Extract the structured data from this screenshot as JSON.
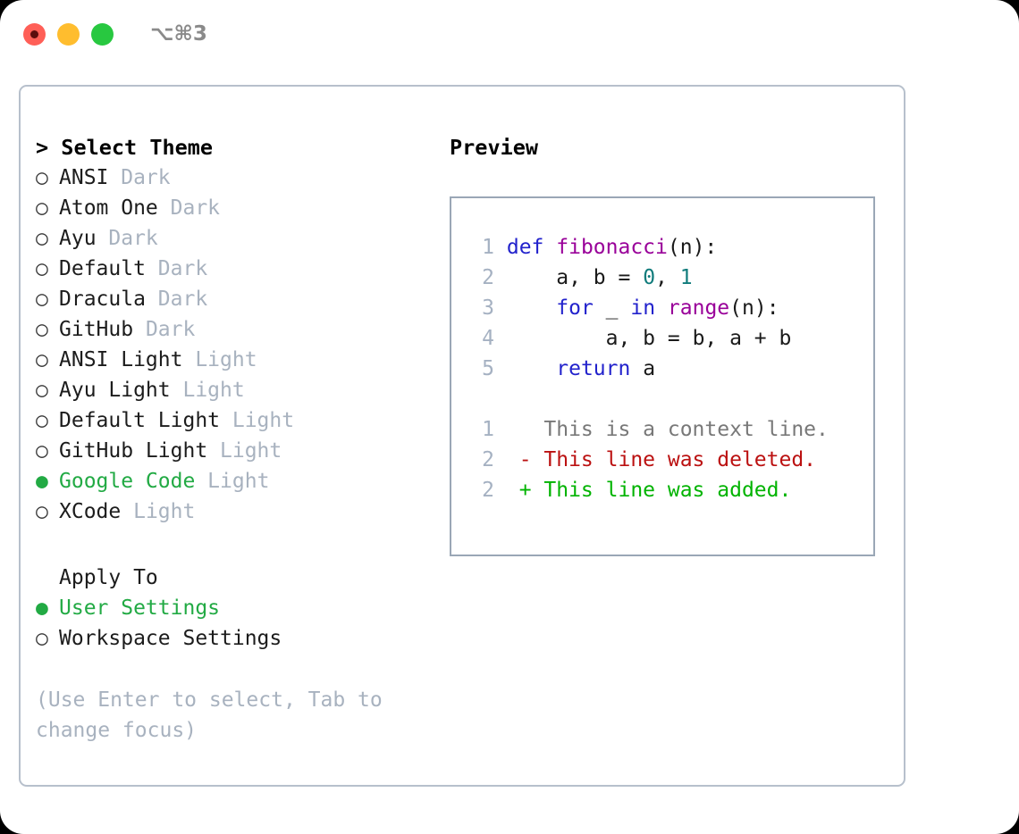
{
  "window": {
    "shortcut": "⌥⌘3",
    "traffic_lights": [
      {
        "name": "close",
        "color": "#ff5f57"
      },
      {
        "name": "minimize",
        "color": "#ffbd2e"
      },
      {
        "name": "maximize",
        "color": "#28c840"
      }
    ]
  },
  "theme_picker": {
    "header": "> Select Theme",
    "selected_bullet": "●",
    "unselected_bullet": "○",
    "items": [
      {
        "name": "ANSI",
        "kind": "Dark",
        "selected": false
      },
      {
        "name": "Atom One",
        "kind": "Dark",
        "selected": false
      },
      {
        "name": "Ayu",
        "kind": "Dark",
        "selected": false
      },
      {
        "name": "Default",
        "kind": "Dark",
        "selected": false
      },
      {
        "name": "Dracula",
        "kind": "Dark",
        "selected": false
      },
      {
        "name": "GitHub",
        "kind": "Dark",
        "selected": false
      },
      {
        "name": "ANSI Light",
        "kind": "Light",
        "selected": false
      },
      {
        "name": "Ayu Light",
        "kind": "Light",
        "selected": false
      },
      {
        "name": "Default Light",
        "kind": "Light",
        "selected": false
      },
      {
        "name": "GitHub Light",
        "kind": "Light",
        "selected": false
      },
      {
        "name": "Google Code",
        "kind": "Light",
        "selected": true
      },
      {
        "name": "XCode",
        "kind": "Light",
        "selected": false
      }
    ]
  },
  "apply_to": {
    "header": "Apply To",
    "items": [
      {
        "name": "User Settings",
        "selected": true
      },
      {
        "name": "Workspace Settings",
        "selected": false
      }
    ]
  },
  "hint": "(Use Enter to select, Tab to change focus)",
  "preview": {
    "header": "Preview",
    "code_lines": [
      {
        "number": "1",
        "tokens": [
          {
            "text": "def ",
            "type": "kw"
          },
          {
            "text": "fibonacci",
            "type": "fn"
          },
          {
            "text": "(n):",
            "type": "pln"
          }
        ]
      },
      {
        "number": "2",
        "tokens": [
          {
            "text": "    a, b = ",
            "type": "pln"
          },
          {
            "text": "0",
            "type": "num"
          },
          {
            "text": ", ",
            "type": "pln"
          },
          {
            "text": "1",
            "type": "num"
          }
        ]
      },
      {
        "number": "3",
        "tokens": [
          {
            "text": "    ",
            "type": "pln"
          },
          {
            "text": "for",
            "type": "kw"
          },
          {
            "text": " _ ",
            "type": "pln"
          },
          {
            "text": "in",
            "type": "kw"
          },
          {
            "text": " ",
            "type": "pln"
          },
          {
            "text": "range",
            "type": "fn"
          },
          {
            "text": "(n):",
            "type": "pln"
          }
        ]
      },
      {
        "number": "4",
        "tokens": [
          {
            "text": "        a, b = b, a + b",
            "type": "pln"
          }
        ]
      },
      {
        "number": "5",
        "tokens": [
          {
            "text": "    ",
            "type": "pln"
          },
          {
            "text": "return",
            "type": "kw"
          },
          {
            "text": " a",
            "type": "pln"
          }
        ]
      }
    ],
    "diff_lines": [
      {
        "number": "1",
        "marker": " ",
        "text": " This is a context line.",
        "type": "ctx"
      },
      {
        "number": "2",
        "marker": "-",
        "text": " This line was deleted.",
        "type": "del"
      },
      {
        "number": "2",
        "marker": "+",
        "text": " This line was added.",
        "type": "add"
      }
    ]
  },
  "colors": {
    "accent_green": "#22aa44",
    "muted": "#a8b2bf",
    "border": "#b7c0cc",
    "preview_border": "#9aa7b6",
    "keyword": "#2222cc",
    "function": "#990099",
    "number": "#0f7b7b",
    "diff_add": "#00b300",
    "diff_del": "#bb1111",
    "diff_ctx": "#787878"
  }
}
